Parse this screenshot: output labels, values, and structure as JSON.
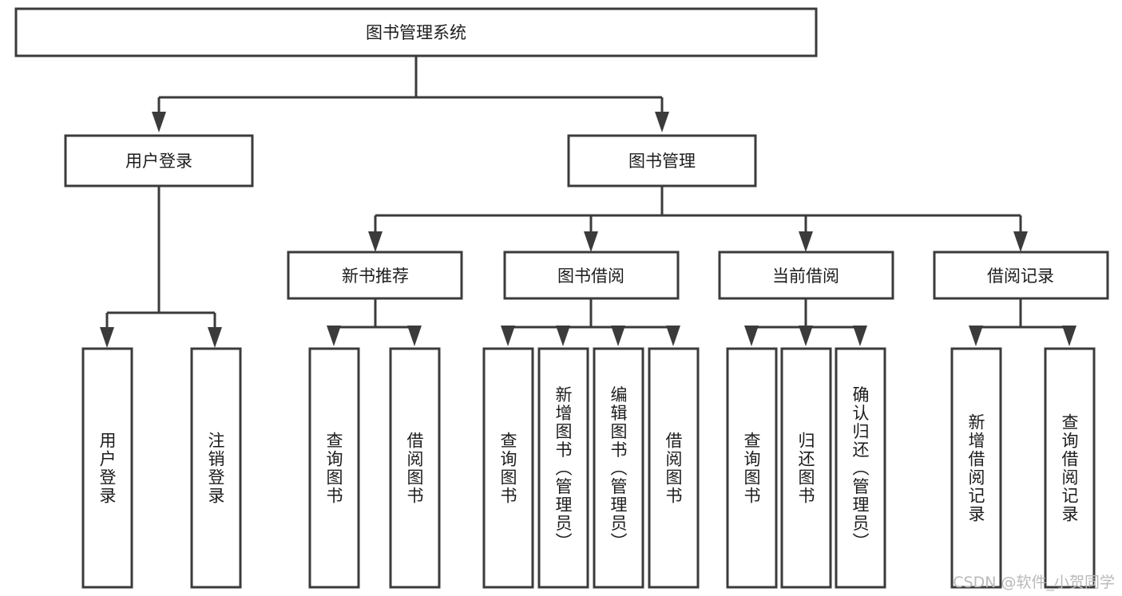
{
  "diagram": {
    "type": "tree-hierarchy",
    "title": "图书管理系统",
    "orientation": "top-down",
    "colors": {
      "box_stroke": "#3b3b3b",
      "box_fill": "#ffffff",
      "connector": "#3b3b3b",
      "text": "#1c1c1c",
      "watermark": "#b9b9b9",
      "background": "#ffffff"
    },
    "root": {
      "label": "图书管理系统"
    },
    "level2": [
      {
        "label": "用户登录"
      },
      {
        "label": "图书管理"
      }
    ],
    "level3": [
      {
        "label": "新书推荐"
      },
      {
        "label": "图书借阅"
      },
      {
        "label": "当前借阅"
      },
      {
        "label": "借阅记录"
      }
    ],
    "leaves": {
      "user_login": [
        {
          "label": "用户登录"
        },
        {
          "label": "注销登录"
        }
      ],
      "new_book_recommend": [
        {
          "label": "查询图书"
        },
        {
          "label": "借阅图书"
        }
      ],
      "book_borrow": [
        {
          "label": "查询图书"
        },
        {
          "label": "新增图书（管理员）"
        },
        {
          "label": "编辑图书（管理员）"
        },
        {
          "label": "借阅图书"
        }
      ],
      "current_borrow": [
        {
          "label": "查询图书"
        },
        {
          "label": "归还图书"
        },
        {
          "label": "确认归还（管理员）"
        }
      ],
      "borrow_record": [
        {
          "label": "新增借阅记录"
        },
        {
          "label": "查询借阅记录"
        }
      ]
    }
  },
  "watermark": {
    "text": "CSDN @软件_小贺同学"
  }
}
